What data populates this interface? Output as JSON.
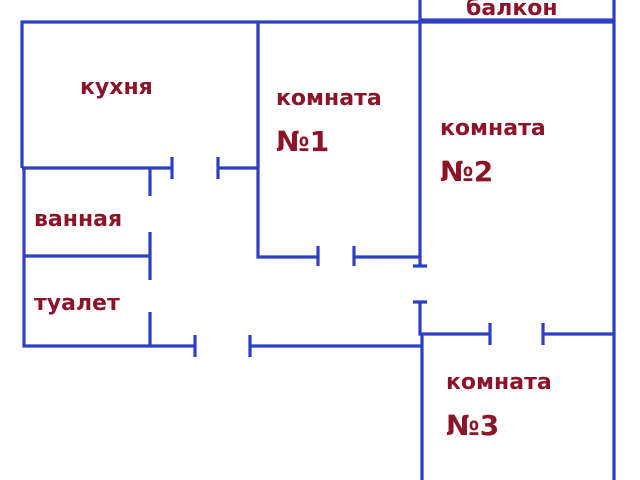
{
  "labels": {
    "balcony": "балкон",
    "kitchen": "кухня",
    "room1": "комната",
    "room1_num": "№1",
    "room2": "комната",
    "room2_num": "№2",
    "room3": "комната",
    "room3_num": "№3",
    "bathroom": "ванная",
    "toilet": "туалет"
  },
  "colors": {
    "walls": "#2e3fc4",
    "labels": "#8b1428",
    "background": "#ffffff"
  }
}
